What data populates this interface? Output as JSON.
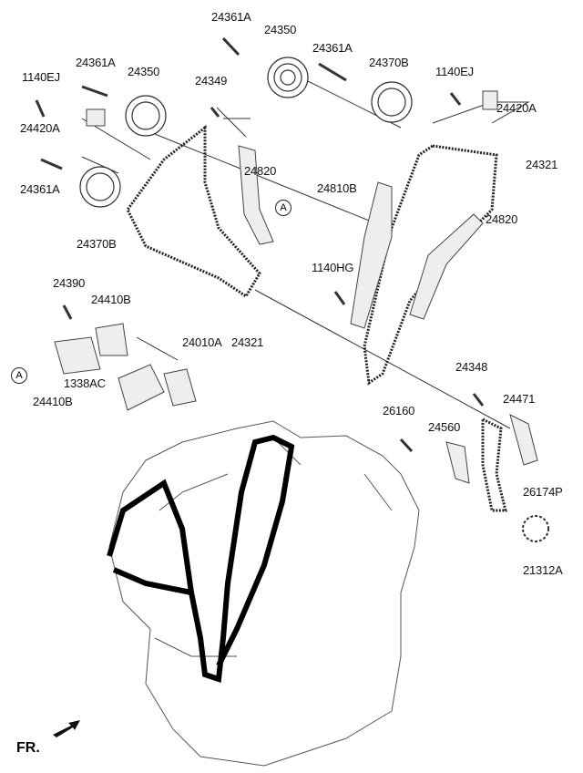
{
  "diagram": {
    "labels": {
      "p24361A_top": "24361A",
      "p24350_top": "24350",
      "p24361A_mid": "24361A",
      "p24370B_right": "24370B",
      "p1140EJ_right": "1140EJ",
      "p24420A_right": "24420A",
      "p1140EJ_left": "1140EJ",
      "p24361A_left": "24361A",
      "p24350_left": "24350",
      "p24349": "24349",
      "p24420A_left": "24420A",
      "p24820_left": "24820",
      "p24361A_lower": "24361A",
      "p24370B_left": "24370B",
      "p24321_right": "24321",
      "p24810B": "24810B",
      "p24820_right": "24820",
      "p1140HG": "1140HG",
      "p24390": "24390",
      "p24410B_top": "24410B",
      "p24010A": "24010A",
      "p24321_mid": "24321",
      "p1338AC": "1338AC",
      "p24410B_bottom": "24410B",
      "p24348": "24348",
      "p24471": "24471",
      "p26160": "26160",
      "p24560": "24560",
      "p26174P": "26174P",
      "p21312A": "21312A"
    },
    "refs": {
      "a1": "A",
      "a2": "A"
    },
    "front_marker": "FR."
  }
}
